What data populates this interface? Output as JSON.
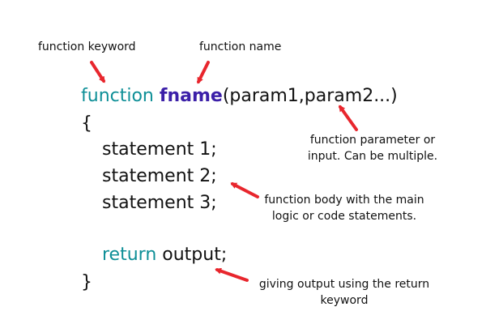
{
  "code": {
    "keyword_function": "function",
    "function_name": "fname",
    "params": "(param1,param2...)",
    "open_brace": "{",
    "statements": [
      "statement 1;",
      "statement 2;",
      "statement 3;"
    ],
    "keyword_return": "return",
    "return_value": " output;",
    "close_brace": "}"
  },
  "annotations": {
    "function_keyword": "function keyword",
    "function_name": "function name",
    "param_line1": "function parameter or",
    "param_line2": "input. Can be multiple.",
    "body_line1": "function body with the main",
    "body_line2": "logic or code statements.",
    "return_line1": "giving output using the return",
    "return_line2": "keyword"
  },
  "colors": {
    "keyword": "#0e8f97",
    "function_name": "#3b1fa8",
    "arrow": "#e8262d",
    "text": "#111111"
  }
}
